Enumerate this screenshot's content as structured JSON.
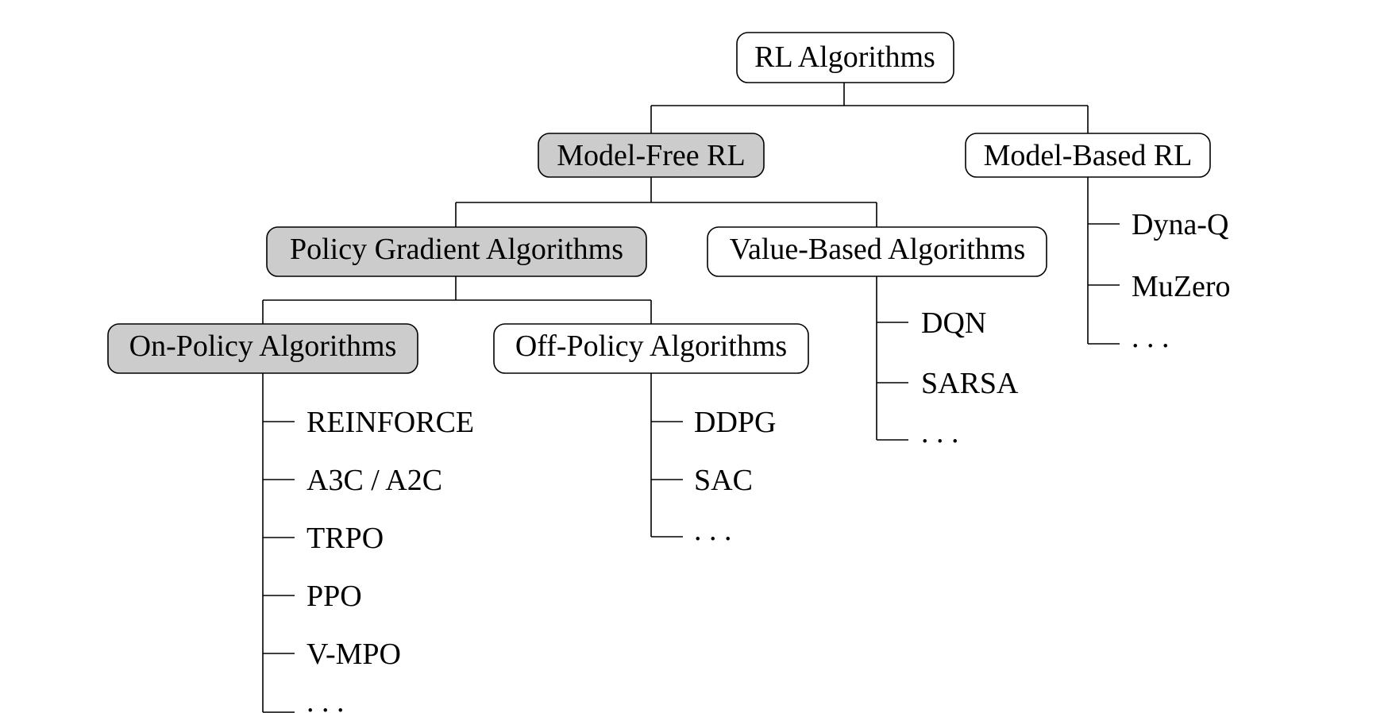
{
  "colors": {
    "highlight_fill": "#cccccc",
    "plain_fill": "#ffffff",
    "stroke": "#000000"
  },
  "nodes": {
    "root": {
      "label": "RL Algorithms",
      "highlighted": false
    },
    "model_free": {
      "label": "Model-Free RL",
      "highlighted": true
    },
    "model_based": {
      "label": "Model-Based RL",
      "highlighted": false
    },
    "policy_gradient": {
      "label": "Policy Gradient Algorithms",
      "highlighted": true
    },
    "value_based": {
      "label": "Value-Based Algorithms",
      "highlighted": false
    },
    "on_policy": {
      "label": "On-Policy Algorithms",
      "highlighted": true
    },
    "off_policy": {
      "label": "Off-Policy Algorithms",
      "highlighted": false
    }
  },
  "leaves": {
    "on_policy": [
      "REINFORCE",
      "A3C / A2C",
      "TRPO",
      "PPO",
      "V-MPO",
      ". . ."
    ],
    "off_policy": [
      "DDPG",
      "SAC",
      ". . ."
    ],
    "value_based": [
      "DQN",
      "SARSA",
      ". . ."
    ],
    "model_based": [
      "Dyna-Q",
      "MuZero",
      ". . ."
    ]
  }
}
